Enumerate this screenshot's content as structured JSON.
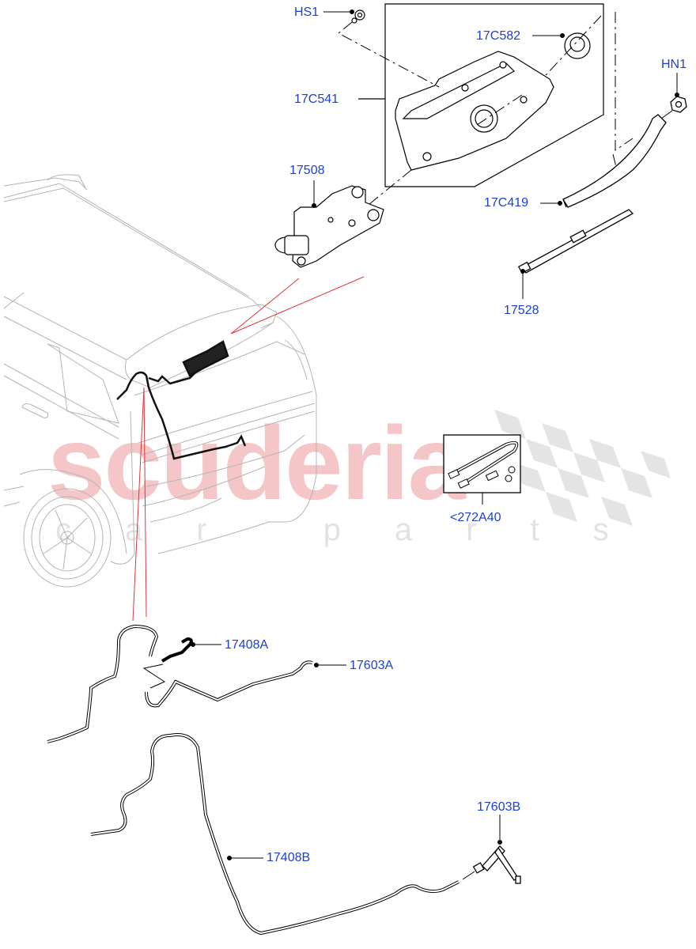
{
  "diagram": {
    "type": "exploded-parts-diagram",
    "subject": "Rear window wiper and washer system",
    "callout_color": "#1c3fd6",
    "leader_color": "#000000",
    "pointer_line_color": "#e0353b"
  },
  "watermark": {
    "main_text": "scuderia",
    "sub_text": "car parts",
    "main_color": "#f5c6c8",
    "sub_color": "#e2e2e2"
  },
  "callouts": {
    "hs1": "HS1",
    "c17c582": "17C582",
    "c17c541": "17C541",
    "hn1": "HN1",
    "c17508": "17508",
    "c17c419": "17C419",
    "c17528": "17528",
    "c272a40": "<272A40",
    "c17408a": "17408A",
    "c17603a": "17603A",
    "c17603b": "17603B",
    "c17408b": "17408B"
  },
  "parts": [
    {
      "id": "HS1",
      "description": "screw"
    },
    {
      "id": "17C582",
      "description": "grommet / cap"
    },
    {
      "id": "17C541",
      "description": "wiper motor cover"
    },
    {
      "id": "HN1",
      "description": "nut"
    },
    {
      "id": "17508",
      "description": "rear wiper motor"
    },
    {
      "id": "17C419",
      "description": "wiper arm"
    },
    {
      "id": "17528",
      "description": "wiper blade"
    },
    {
      "id": "<272A40",
      "description": "hose repair kit"
    },
    {
      "id": "17408A",
      "description": "washer hose"
    },
    {
      "id": "17603A",
      "description": "washer jet"
    },
    {
      "id": "17603B",
      "description": "washer connector"
    },
    {
      "id": "17408B",
      "description": "washer hose"
    }
  ]
}
